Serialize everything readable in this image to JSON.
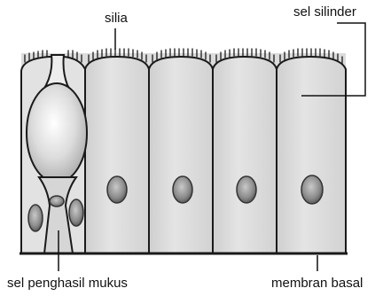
{
  "labels": {
    "silia": "silia",
    "sel_silinder": "sel silinder",
    "sel_penghasil_mukus": "sel penghasil mukus",
    "membran_basal": "membran basal"
  },
  "colors": {
    "outline": "#1a1a1a",
    "cell_fill": "#d9d9d9",
    "cell_fill_light": "#e6e6e6",
    "nucleus_fill": "#9a9a9a",
    "nucleus_rim": "#333333",
    "mucus_fill": "#e2e2e2",
    "leader_line": "#111111",
    "background": "#ffffff"
  },
  "parts": [
    "cilia-row",
    "columnar-cell",
    "goblet-cell",
    "nucleus",
    "basement-membrane"
  ]
}
